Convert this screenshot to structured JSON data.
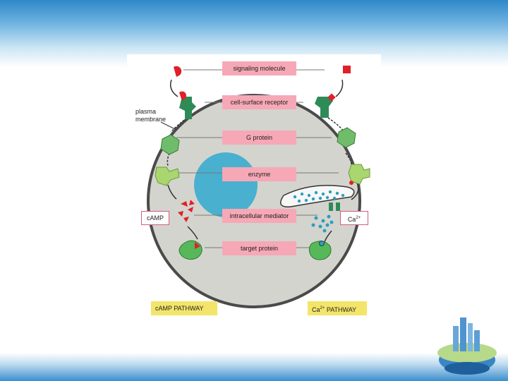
{
  "title_labels": {
    "signaling_molecule": "signaling molecule",
    "cell_surface_receptor": "cell-surface receptor",
    "g_protein": "G protein",
    "enzyme": "enzyme",
    "intracellular_mediator": "intracellular mediator",
    "target_protein": "target protein"
  },
  "side_labels": {
    "camp": "cAMP",
    "ca_base": "Ca",
    "ca_charge": "2+"
  },
  "membrane_label_line1": "plasma",
  "membrane_label_line2": "membrane",
  "pathways": {
    "camp_pathway": "cAMP PATHWAY",
    "ca_pathway_prefix": "Ca",
    "ca_pathway_charge": "2+",
    "ca_pathway_suffix": " PATHWAY"
  },
  "colors": {
    "cell": "#d4d4ce",
    "nucleus": "#49b0cf",
    "label_box": "#f6a8b6",
    "pathway_box": "#f3e56a",
    "receptor_green": "#2e8b57",
    "light_green": "#a9d66e",
    "signal_red": "#e0202a",
    "calcium": "#2a9fc0"
  },
  "icons": [
    "globe-city-icon"
  ]
}
